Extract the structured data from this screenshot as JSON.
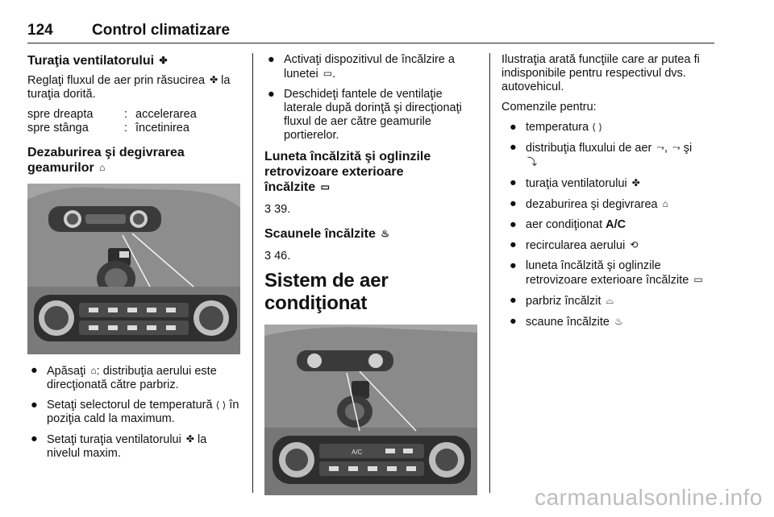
{
  "header": {
    "page_number": "124",
    "chapter": "Control climatizare"
  },
  "col1": {
    "h_fan": "Turaţia ventilatorului",
    "p_fan": "Reglaţi fluxul de aer prin răsucirea",
    "p_fan_end": "la turaţia dorită.",
    "table": [
      {
        "k": "spre dreapta",
        "s": ":",
        "v": "accelerarea"
      },
      {
        "k": "spre stânga",
        "s": ":",
        "v": "încetinirea"
      }
    ],
    "h_defrost_line1": "Dezaburirea şi degivrarea",
    "h_defrost_line2": "geamurilor",
    "bullets": [
      {
        "a": "Apăsaţi",
        "b": ": distribuţia aerului este direcţionată către parbriz."
      },
      {
        "a": "Setaţi selectorul de temperatură",
        "b": "în poziţia cald la maximum."
      },
      {
        "a": "Setaţi turaţia ventilatorului",
        "b": "la nivelul maxim."
      }
    ]
  },
  "col2": {
    "bullets": [
      {
        "a": "Activaţi dispozitivul de încălzire a lunetei",
        "b": "."
      },
      {
        "a": "Deschideţi fantele de ventilaţie laterale după dorinţă şi direcţionaţi fluxul de aer către geamurile portierelor."
      }
    ],
    "h_rear_line1": "Luneta încălzită şi oglinzile",
    "h_rear_line2": "retrovizoare exterioare",
    "h_rear_line3": "încălzite",
    "ref_rear": "39.",
    "h_seats": "Scaunele încălzite",
    "ref_seats": "46.",
    "h_ac": "Sistem de aer condiţionat"
  },
  "col3": {
    "intro": "Ilustraţia arată funcţiile care ar putea fi indisponibile pentru respectivul dvs. autovehicul.",
    "controls_label": "Comenzile pentru:",
    "items": [
      {
        "text": "temperatura"
      },
      {
        "text": "distribuţia fluxului de aer",
        "mid": ",",
        "mid2": "şi"
      },
      {
        "text": "turaţia ventilatorului"
      },
      {
        "text": "dezaburirea şi degivrarea"
      },
      {
        "text": "aer condiţionat",
        "bold": "A/C"
      },
      {
        "text": "recircularea aerului"
      },
      {
        "text": "luneta încălzită şi oglinzile retrovizoare exterioare încălzite"
      },
      {
        "text": "parbriz încălzit"
      },
      {
        "text": "scaune încălzite"
      }
    ]
  },
  "photo_labels": {
    "ac_button": "A/C"
  },
  "symbols": {
    "front": "FRONT",
    "rear": "REAR",
    "arrow": "3",
    "temp": "⟨ ⟩"
  },
  "watermark": "carmanualsonline.info",
  "colors": {
    "photo_bg": "#8c8c8c",
    "panel": "#2f2f2f",
    "watermark": "#bdbdbd"
  }
}
